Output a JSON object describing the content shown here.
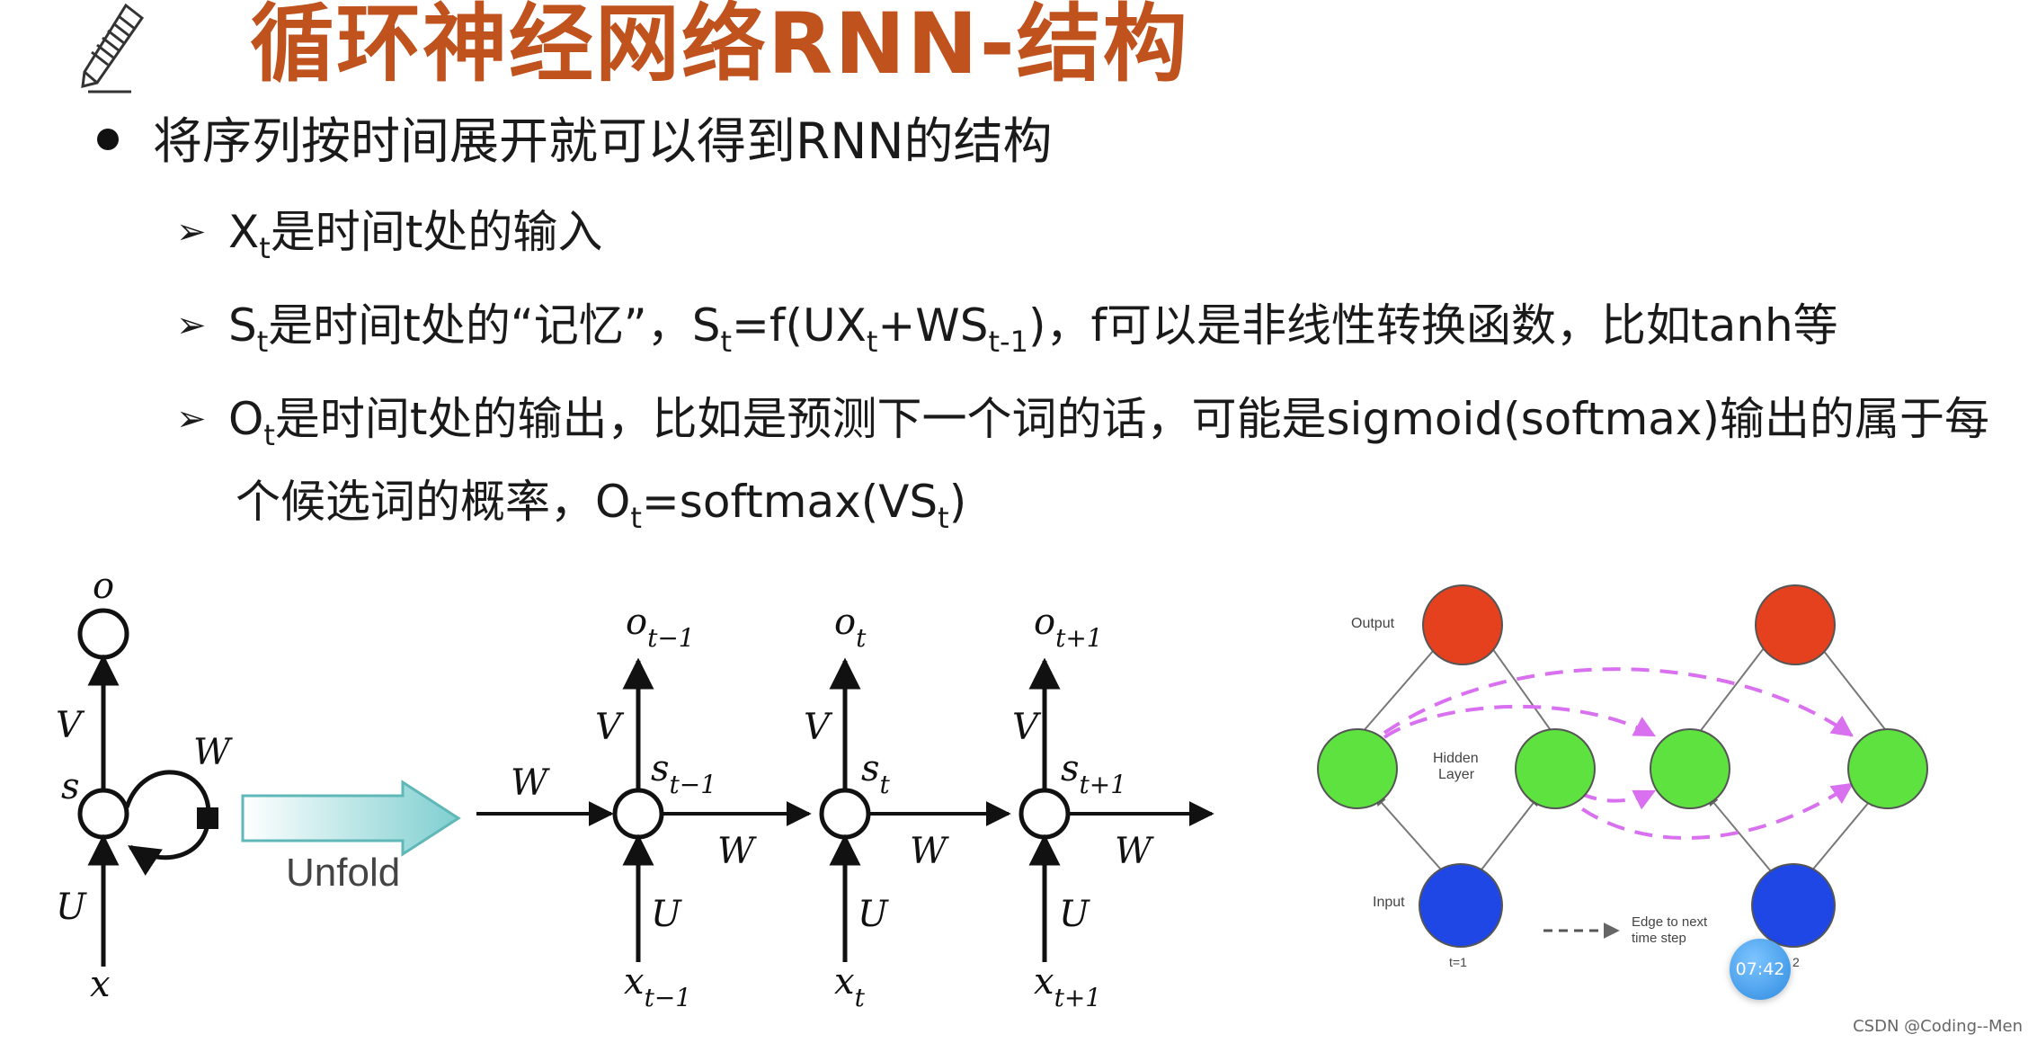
{
  "title": "循环神经网络RNN-结构",
  "main_bullet": "将序列按时间展开就可以得到RNN的结构",
  "bullets": [
    {
      "parts": [
        {
          "t": "X"
        },
        {
          "s": "t"
        },
        {
          "t": "是时间t处的输入"
        }
      ]
    },
    {
      "parts": [
        {
          "t": "S"
        },
        {
          "s": "t"
        },
        {
          "t": "是时间t处的“记忆”，S"
        },
        {
          "s": "t"
        },
        {
          "t": "=f(UX"
        },
        {
          "s": "t"
        },
        {
          "t": "+WS"
        },
        {
          "s": "t-1"
        },
        {
          "t": ")，f可以是非线性转换函数，比如tanh等"
        }
      ]
    },
    {
      "parts": [
        {
          "t": "O"
        },
        {
          "s": "t"
        },
        {
          "t": "是时间t处的输出，比如是预测下一个词的话，可能是sigmoid(softmax)输出的属于每"
        }
      ]
    }
  ],
  "continuation": [
    {
      "t": "个候选词的概率，O"
    },
    {
      "s": "t"
    },
    {
      "t": "=softmax(VS"
    },
    {
      "s": "t"
    },
    {
      "t": ")"
    }
  ],
  "left_diagram": {
    "labels": {
      "o": "o",
      "s": "s",
      "x": "x",
      "V": "V",
      "U": "U",
      "W": "W"
    },
    "unfold_label": "Unfold",
    "steps": [
      {
        "o": "o",
        "o_sub": "t−1",
        "s": "s",
        "s_sub": "t−1",
        "x": "x",
        "x_sub": "t−1",
        "V": "V",
        "U": "U",
        "W_in": "W",
        "W_out": "W"
      },
      {
        "o": "o",
        "o_sub": "t",
        "s": "s",
        "s_sub": "t",
        "x": "x",
        "x_sub": "t",
        "V": "V",
        "U": "U",
        "W_out": "W"
      },
      {
        "o": "o",
        "o_sub": "t+1",
        "s": "s",
        "s_sub": "t+1",
        "x": "x",
        "x_sub": "t+1",
        "V": "V",
        "U": "U",
        "W_out": "W"
      }
    ]
  },
  "right_diagram": {
    "output_label": "Output",
    "hidden_label_1": "Hidden",
    "hidden_label_2": "Layer",
    "input_label": "Input",
    "legend_1": "Edge to next",
    "legend_2": "time step",
    "t_label_1": "t=1",
    "t_label_2": "2",
    "colors": {
      "output": "#e5411f",
      "hidden": "#5ee23f",
      "input": "#1f47e6",
      "edge": "#d970f0"
    }
  },
  "timer": "07:42",
  "watermark": "CSDN @Coding--Men"
}
